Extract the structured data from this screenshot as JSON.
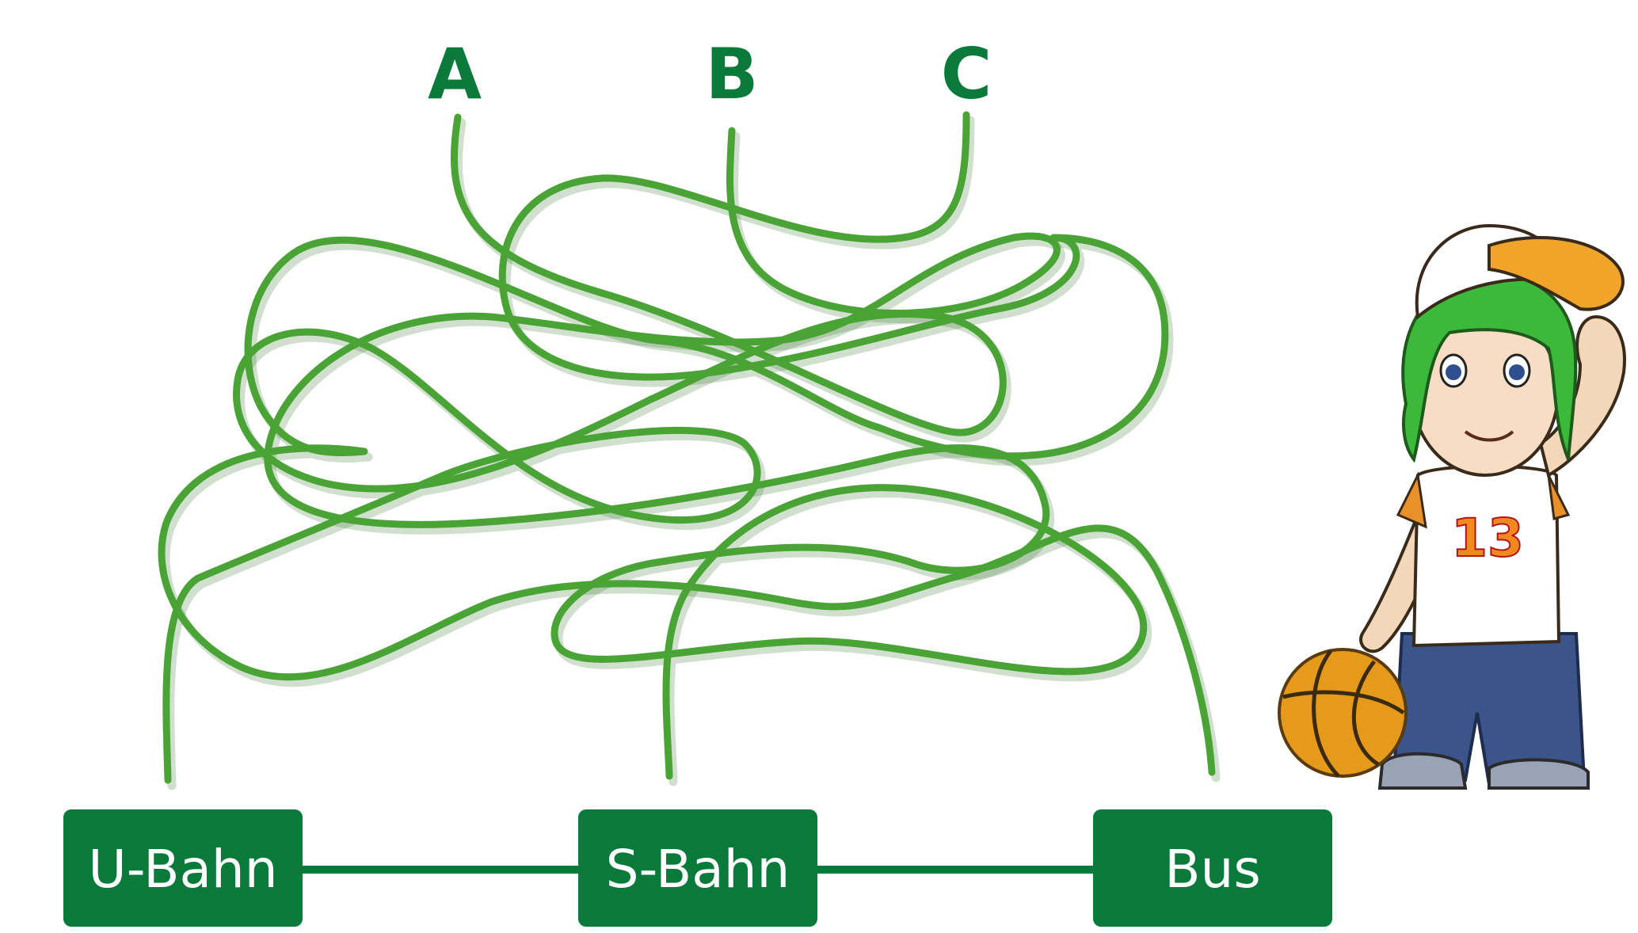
{
  "start_points": [
    {
      "id": "a",
      "label": "A"
    },
    {
      "id": "b",
      "label": "B"
    },
    {
      "id": "c",
      "label": "C"
    }
  ],
  "destinations": [
    {
      "id": "u-bahn",
      "label": "U-Bahn"
    },
    {
      "id": "s-bahn",
      "label": "S-Bahn"
    },
    {
      "id": "bus",
      "label": "Bus"
    }
  ],
  "colors": {
    "line": "#4aa335",
    "box": "#0a7a3a",
    "letter": "#0a7a3a",
    "box_text": "#ffffff"
  },
  "character": {
    "shirt_number": "13"
  }
}
